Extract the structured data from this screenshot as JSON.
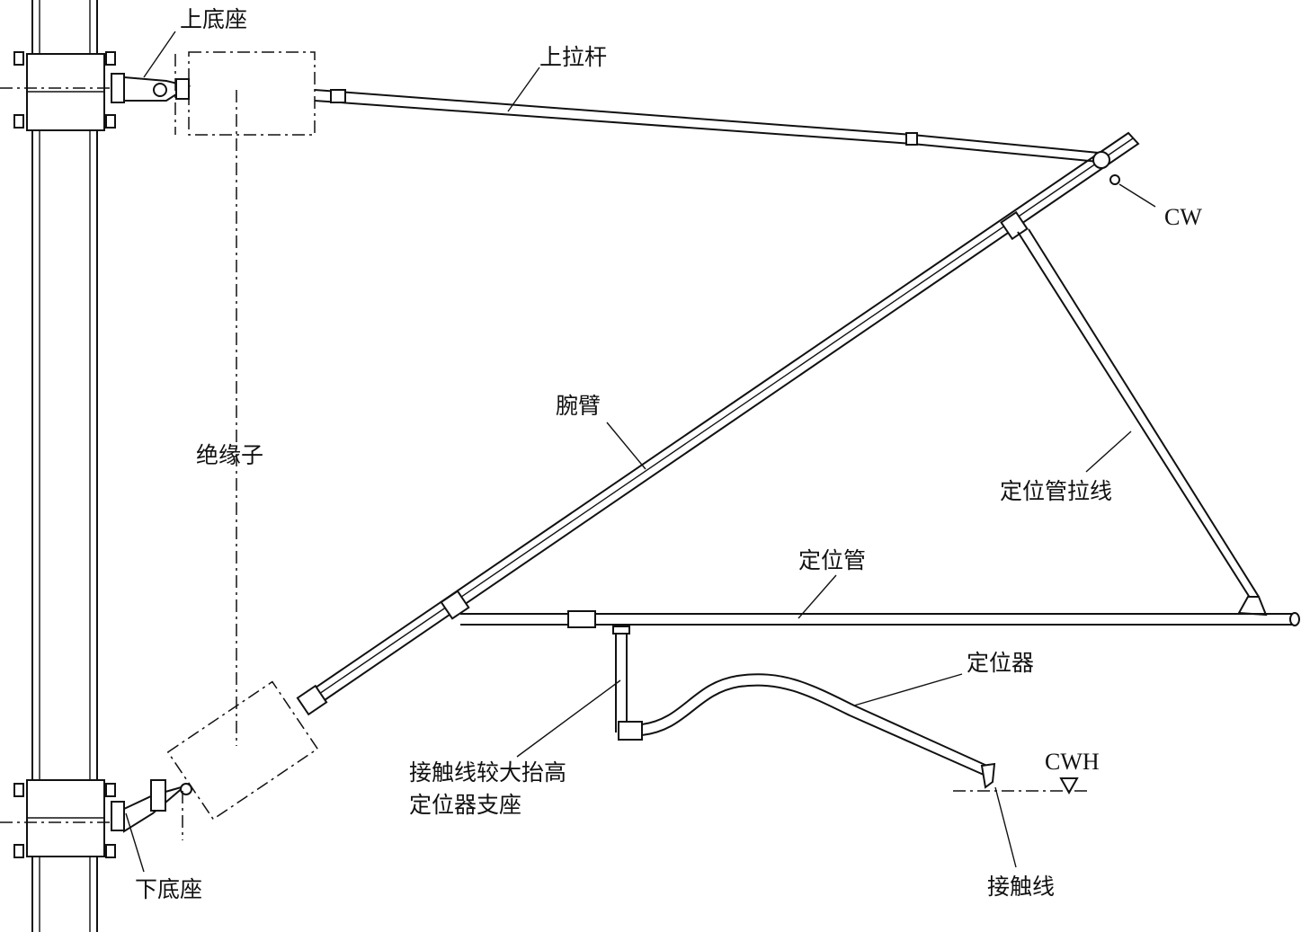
{
  "diagram": {
    "labels": {
      "upper_base": "上底座",
      "upper_rod": "上拉杆",
      "cw": "CW",
      "cantilever": "腕臂",
      "insulator": "绝缘子",
      "steady_arm_stay": "定位管拉线",
      "steady_tube": "定位管",
      "locator": "定位器",
      "support_line1": "接触线较大抬高",
      "support_line2": "定位器支座",
      "cwh": "CWH",
      "contact_wire": "接触线",
      "lower_base": "下底座"
    }
  }
}
